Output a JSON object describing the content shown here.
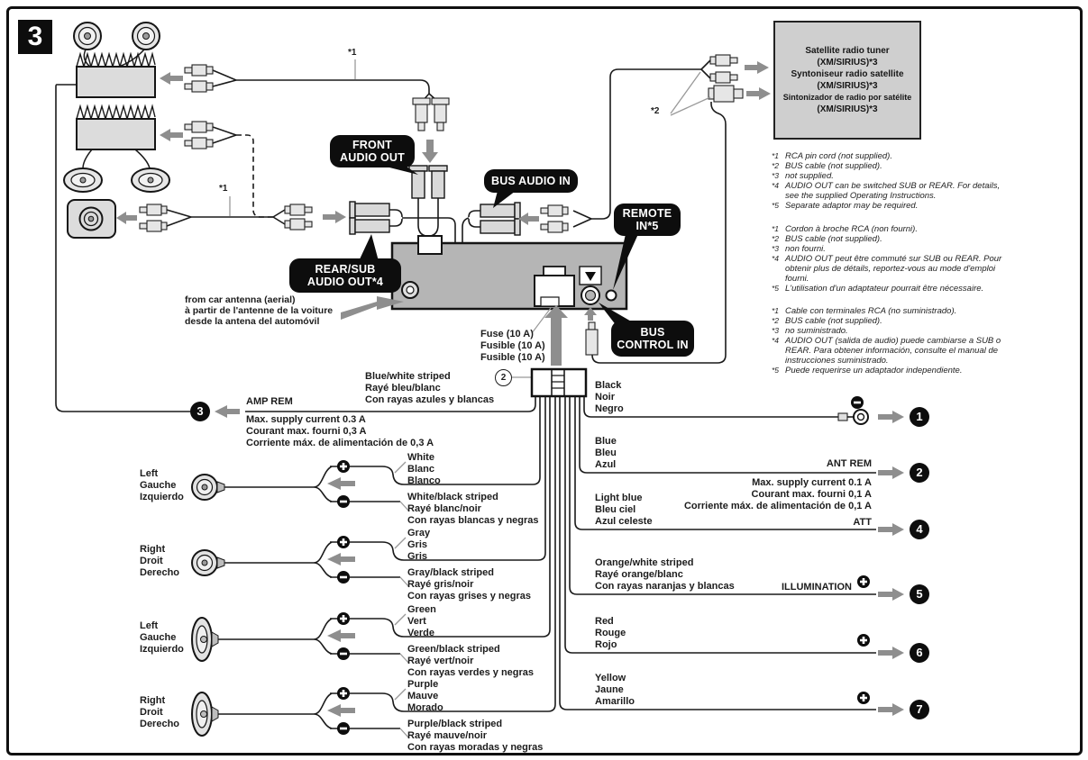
{
  "badge": "3",
  "refs": {
    "top": "*1",
    "mid": "*1",
    "sat": "*2",
    "connector": "2"
  },
  "bubbles": {
    "front_audio_out": "FRONT\nAUDIO OUT",
    "bus_audio_in": "BUS AUDIO IN",
    "remote_in": "REMOTE\nIN*5",
    "rear_sub_audio_out": "REAR/SUB\nAUDIO OUT*4",
    "bus_control_in": "BUS\nCONTROL IN"
  },
  "satellite_box": {
    "line1": "Satellite radio tuner",
    "line2": "(XM/SIRIUS)*3",
    "line3": "Syntoniseur radio satellite",
    "line4": "(XM/SIRIUS)*3",
    "line5": "Sintonizador de radio por satélite",
    "line6": "(XM/SIRIUS)*3"
  },
  "footnotes": [
    [
      {
        "m": "*1",
        "t": "RCA pin cord (not supplied)."
      },
      {
        "m": "*2",
        "t": "BUS cable (not supplied)."
      },
      {
        "m": "*3",
        "t": "not supplied."
      },
      {
        "m": "*4",
        "t": "AUDIO OUT can be switched SUB or REAR. For details,\nsee the supplied Operating Instructions."
      },
      {
        "m": "*5",
        "t": "Separate adaptor may be required."
      }
    ],
    [
      {
        "m": "*1",
        "t": "Cordon à broche RCA (non fourni)."
      },
      {
        "m": "*2",
        "t": "BUS cable (not supplied)."
      },
      {
        "m": "*3",
        "t": "non fourni."
      },
      {
        "m": "*4",
        "t": "AUDIO OUT peut être commuté sur SUB ou REAR. Pour\nobtenir plus de détails, reportez-vous au mode d'emploi\nfourni."
      },
      {
        "m": "*5",
        "t": "L'utilisation d'un adaptateur pourrait être nécessaire."
      }
    ],
    [
      {
        "m": "*1",
        "t": "Cable con terminales RCA (no suministrado)."
      },
      {
        "m": "*2",
        "t": "BUS cable (not supplied)."
      },
      {
        "m": "*3",
        "t": "no suministrado."
      },
      {
        "m": "*4",
        "t": "AUDIO OUT (salida de audio) puede cambiarse a SUB o\nREAR. Para obtener información, consulte el manual de\ninstrucciones suministrado."
      },
      {
        "m": "*5",
        "t": "Puede requerirse un adaptador independiente."
      }
    ]
  ],
  "antenna_label": "from car antenna (aerial)\nà partir de l'antenne de la voiture\ndesde la antena del automóvil",
  "fuse_label": "Fuse (10 A)\nFusible (10 A)\nFusible (10 A)",
  "amp_rem": {
    "wire": "Blue/white striped\nRayé bleu/blanc\nCon rayas azules y blancas",
    "label": "AMP REM",
    "current": "Max. supply current 0.3 A\nCourant max. fourni 0,3 A\nCorriente máx. de alimentación de 0,3 A",
    "number": "3"
  },
  "speakers": [
    {
      "position": "Left\nGauche\nIzquierdo",
      "plus": "White\nBlanc\nBlanco",
      "minus": "White/black striped\nRayé blanc/noir\nCon rayas blancas y negras"
    },
    {
      "position": "Right\nDroit\nDerecho",
      "plus": "Gray\nGris\nGris",
      "minus": "Gray/black striped\nRayé gris/noir\nCon rayas grises y negras"
    },
    {
      "position": "Left\nGauche\nIzquierdo",
      "plus": "Green\nVert\nVerde",
      "minus": "Green/black striped\nRayé vert/noir\nCon rayas verdes y negras"
    },
    {
      "position": "Right\nDroit\nDerecho",
      "plus": "Purple\nMauve\nMorado",
      "minus": "Purple/black striped\nRayé mauve/noir\nCon rayas moradas y negras"
    }
  ],
  "harness_right": [
    {
      "wire": "Black\nNoir\nNegro",
      "number": "1"
    },
    {
      "wire": "Blue\nBleu\nAzul",
      "terminal": "ANT REM",
      "current": "Max. supply current 0.1 A\nCourant max. fourni 0,1 A\nCorriente máx. de alimentación de 0,1 A",
      "number": "2"
    },
    {
      "wire": "Light blue\nBleu ciel\nAzul celeste",
      "terminal": "ATT",
      "number": "4"
    },
    {
      "wire": "Orange/white striped\nRayé orange/blanc\nCon rayas naranjas y blancas",
      "terminal": "ILLUMINATION",
      "number": "5"
    },
    {
      "wire": "Red\nRouge\nRojo",
      "number": "6"
    },
    {
      "wire": "Yellow\nJaune\nAmarillo",
      "number": "7"
    }
  ],
  "colors": {
    "wire": "#1a1a1a",
    "arrow": "#8e8e8e",
    "unit": "#b5b5b5",
    "panel": "#cfcfcf"
  }
}
